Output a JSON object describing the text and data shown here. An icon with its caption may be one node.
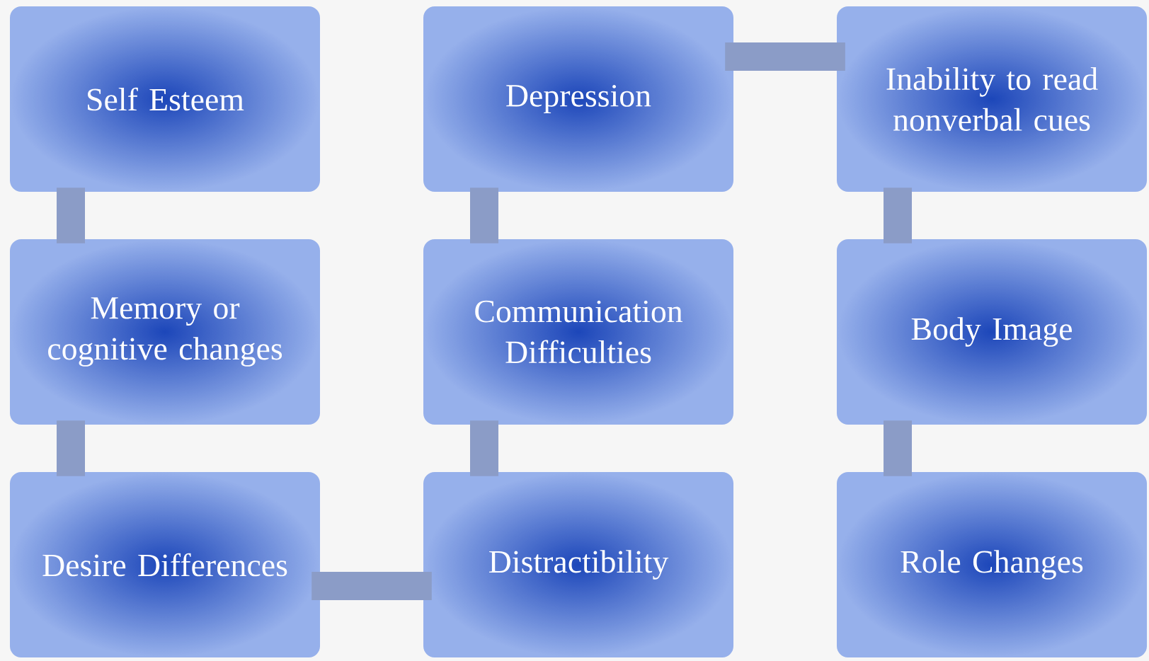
{
  "diagram": {
    "nodes": [
      {
        "text": [
          "Self Esteem"
        ]
      },
      {
        "text": [
          "Depression"
        ]
      },
      {
        "text": [
          "Inability to read nonverbal cues"
        ]
      },
      {
        "text": [
          "Memory or cognitive changes"
        ]
      },
      {
        "text": [
          "Communication Difficulties"
        ]
      },
      {
        "text": [
          "Body Image"
        ]
      },
      {
        "text": [
          "Desire Differences"
        ]
      },
      {
        "text": [
          "Distractibility"
        ]
      },
      {
        "text": [
          "Role Changes"
        ]
      }
    ],
    "edges": [
      {
        "from": 0,
        "to": 3,
        "arrow": "none"
      },
      {
        "from": 3,
        "to": 6,
        "arrow": "none"
      },
      {
        "from": 6,
        "to": 7,
        "arrow": "none"
      },
      {
        "from": 7,
        "to": 4,
        "arrow": "none"
      },
      {
        "from": 4,
        "to": 1,
        "arrow": "none"
      },
      {
        "from": 1,
        "to": 2,
        "arrow": "none"
      },
      {
        "from": 2,
        "to": 5,
        "arrow": "none"
      },
      {
        "from": 5,
        "to": 8,
        "arrow": "none"
      }
    ]
  }
}
